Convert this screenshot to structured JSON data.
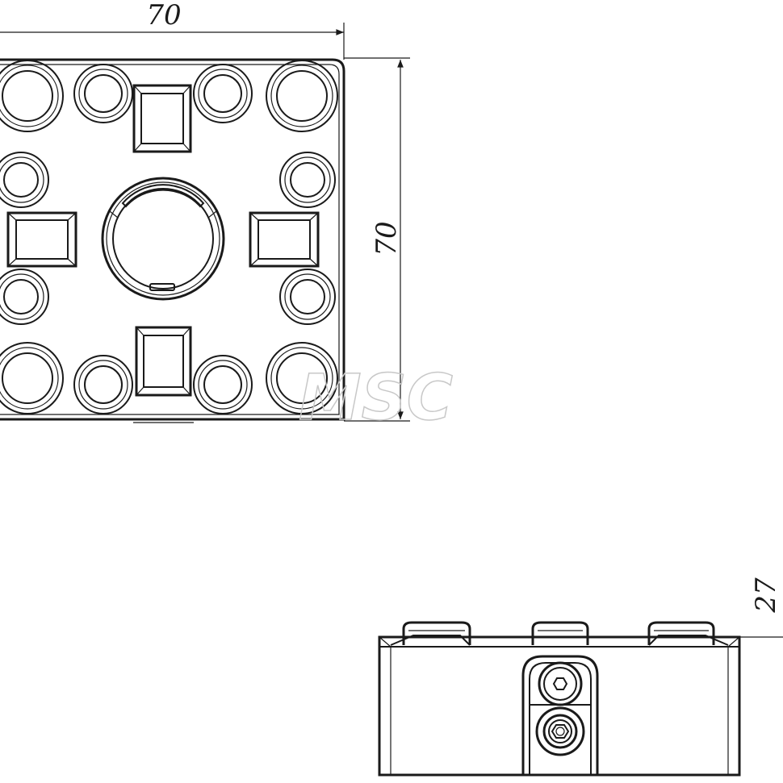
{
  "drawing": {
    "top_view": {
      "width_dimension": "70",
      "height_dimension": "70"
    },
    "side_view": {
      "height_dimension": "27"
    },
    "watermark": "MSC"
  }
}
